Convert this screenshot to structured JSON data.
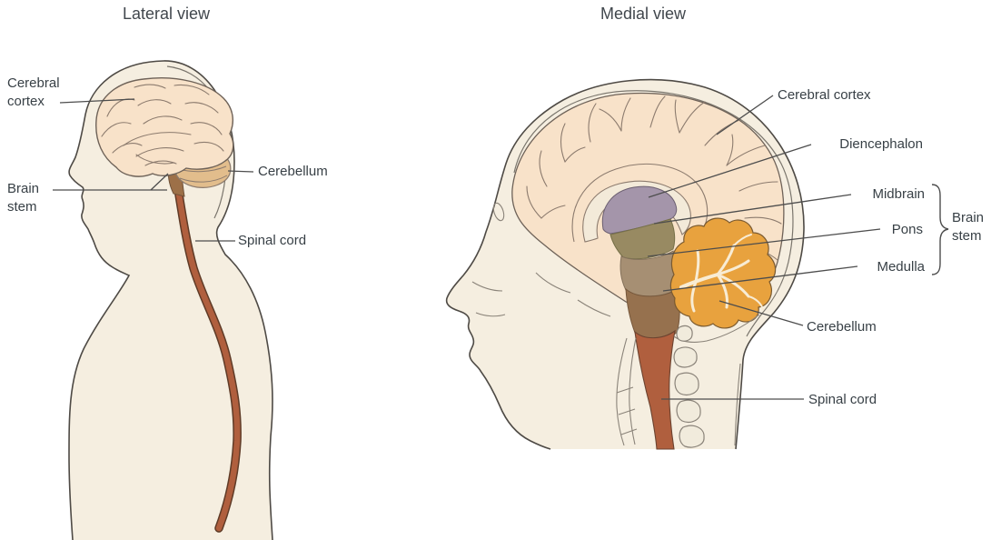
{
  "diagram": {
    "subject": "Human brain and spinal cord anatomy, side-by-side views"
  },
  "lateral": {
    "title": "Lateral view",
    "labels": {
      "cerebral_cortex": "Cerebral cortex",
      "brain_stem": "Brain stem",
      "cerebellum": "Cerebellum",
      "spinal_cord": "Spinal cord"
    }
  },
  "medial": {
    "title": "Medial view",
    "labels": {
      "cerebral_cortex": "Cerebral cortex",
      "diencephalon": "Diencephalon",
      "midbrain": "Midbrain",
      "pons": "Pons",
      "medulla": "Medulla",
      "brain_stem_group": "Brain stem",
      "cerebellum": "Cerebellum",
      "spinal_cord": "Spinal cord"
    }
  },
  "colors": {
    "background": "#ffffff",
    "body_fill": "#f5eee0",
    "skull_band_fill": "#efe8d8",
    "outline": "#4e4a45",
    "skull_line": "#7a756c",
    "cortex_fill": "#f8e2c9",
    "gyri_stroke": "#8c7b6e",
    "cerebellum_lateral": "#e2bd8c",
    "brainstem_lateral": "#9d7048",
    "spinal_cord": "#b05f3e",
    "spinal_cord_outline": "#5f3b27",
    "diencephalon": "#a495aa",
    "midbrain": "#988a62",
    "pons": "#a68f73",
    "medulla": "#96714e",
    "cerebellum_medial": "#e8a23e",
    "arbor_vitae": "#f8ecd4",
    "bone_outline": "#8a8379",
    "label_text": "#384046",
    "leader_line": "#4d4d4d"
  }
}
